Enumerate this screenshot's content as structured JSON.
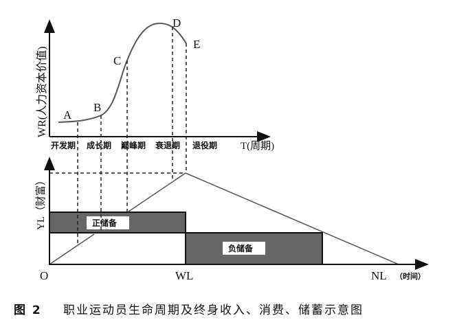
{
  "top_chart": {
    "y_axis_label": "WR(人力资本价值)",
    "x_axis_label": "T(周期)",
    "points": [
      "A",
      "B",
      "C",
      "D",
      "E"
    ],
    "phases": [
      "开发期",
      "成长期",
      "巅峰期",
      "衰退期",
      "退役期"
    ]
  },
  "bottom_chart": {
    "y_axis_label": "YL（财富）",
    "origin_label": "O",
    "x_ticks": [
      "WL",
      "NL"
    ],
    "x_axis_unit": "（时间）",
    "positive_reserve_label": "正储备",
    "negative_reserve_label": "负储备"
  },
  "caption": {
    "figure_number": "图 2",
    "text": "职业运动员生命周期及终身收入、消费、储蓄示意图"
  }
}
